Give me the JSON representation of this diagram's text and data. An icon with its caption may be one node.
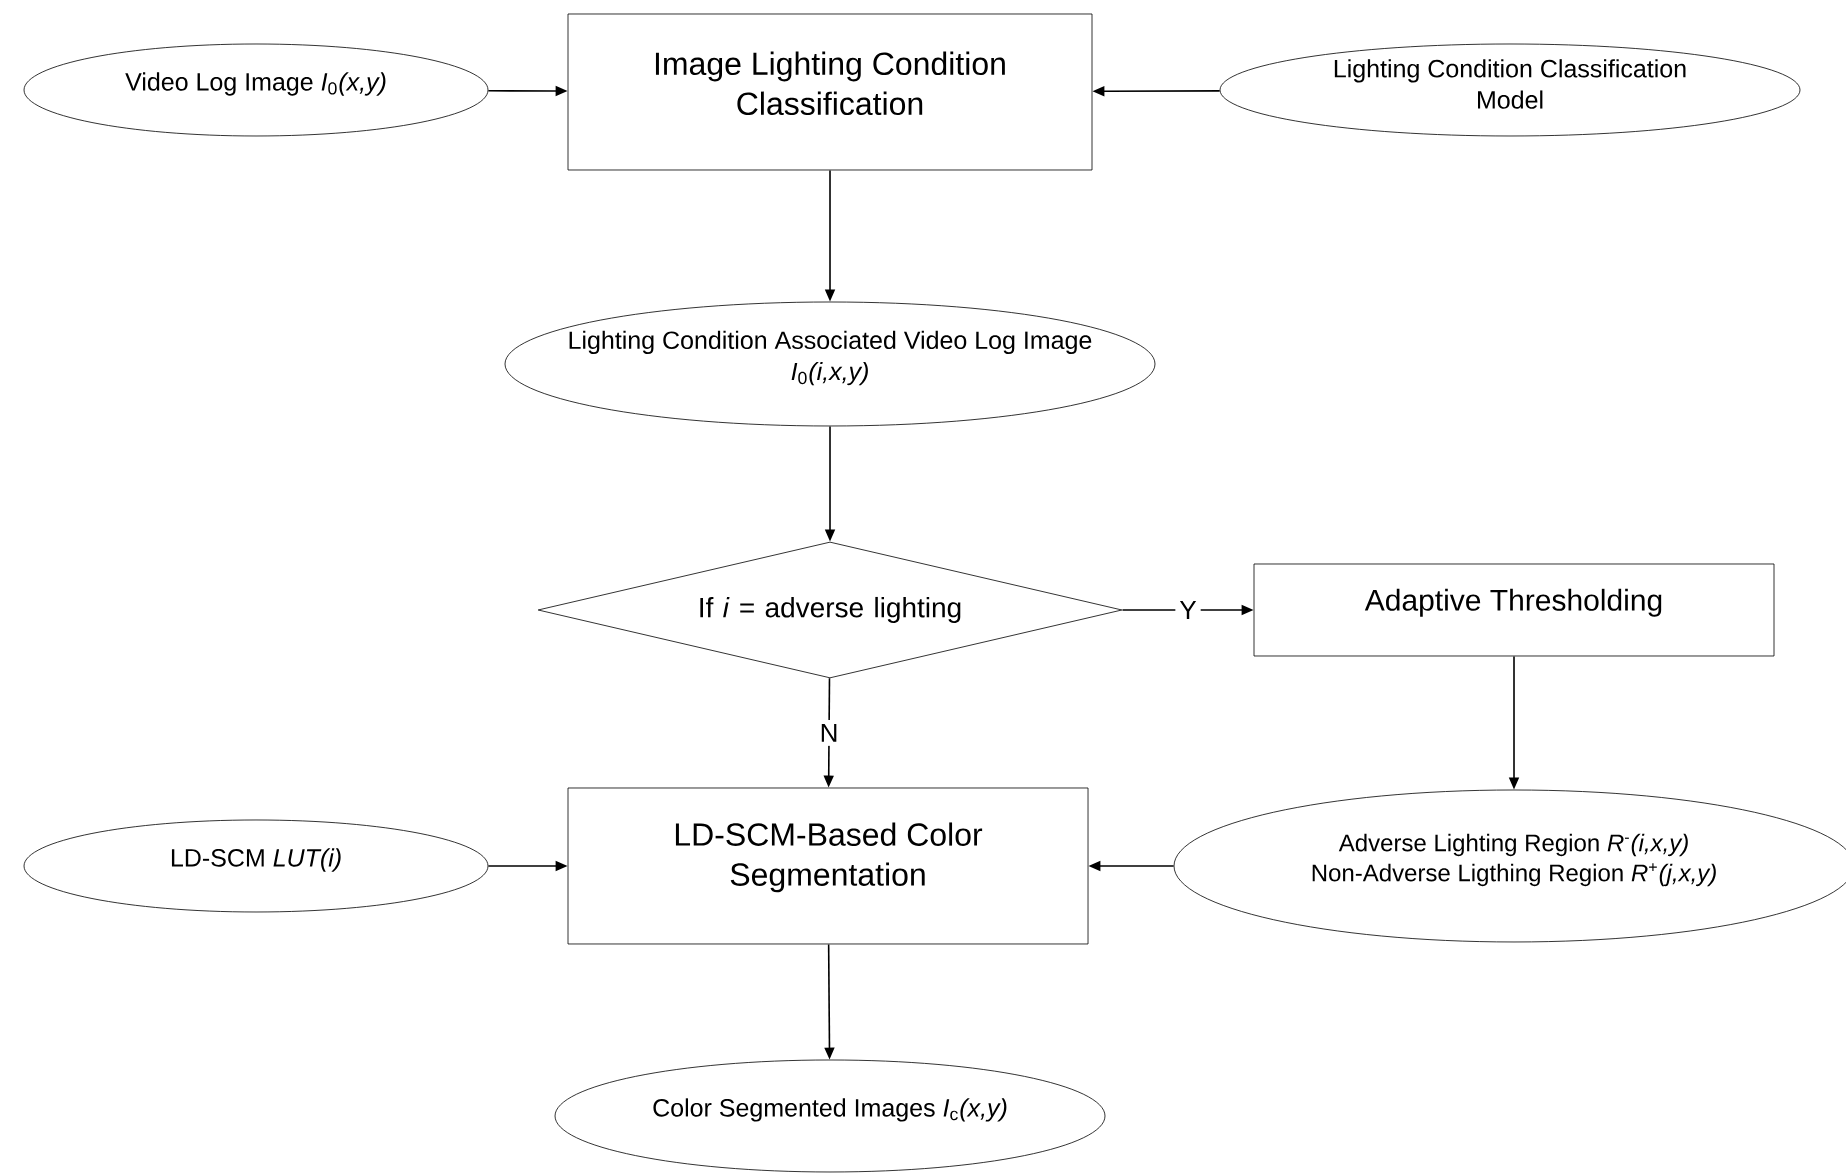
{
  "diagram": {
    "nodes": [
      {
        "text": [
          "Video Log Image *I*$_{0}$*(x,y)*"
        ]
      },
      {
        "text": [
          "Image Lighting Condition Classification"
        ]
      },
      {
        "text": [
          "Lighting Condition Classification Model"
        ]
      },
      {
        "text": [
          "Lighting Condition Associated Video Log Image *I*$_{0}$*(i,x,y)*"
        ]
      },
      {
        "text": [
          "If *i* = adverse lighting"
        ]
      },
      {
        "text": [
          "Adaptive Thresholding"
        ]
      },
      {
        "text": [
          "LD-SCM *LUT(i)*"
        ]
      },
      {
        "text": [
          "LD-SCM-Based Color Segmentation"
        ]
      },
      {
        "text": [
          "Adverse Lighting Region *R*$^{-}$*(i,x,y)*",
          "Non-Adverse Ligthing Region *R*$^{+}$*(j,x,y)*"
        ]
      },
      {
        "text": [
          "Color Segmented Images *I*$_{c}$*(x,y)*"
        ]
      }
    ],
    "edges": [
      {
        "from": 0,
        "to": 1,
        "arrow": "to"
      },
      {
        "from": 2,
        "to": 1,
        "arrow": "to"
      },
      {
        "from": 1,
        "to": 3,
        "arrow": "to"
      },
      {
        "from": 3,
        "to": 4,
        "arrow": "to"
      },
      {
        "from": 4,
        "to": 5,
        "arrow": "to",
        "label": "Y"
      },
      {
        "from": 4,
        "to": 7,
        "arrow": "to",
        "label": "N"
      },
      {
        "from": 5,
        "to": 8,
        "arrow": "to"
      },
      {
        "from": 6,
        "to": 7,
        "arrow": "to"
      },
      {
        "from": 8,
        "to": 7,
        "arrow": "to"
      },
      {
        "from": 7,
        "to": 9,
        "arrow": "to"
      }
    ]
  }
}
